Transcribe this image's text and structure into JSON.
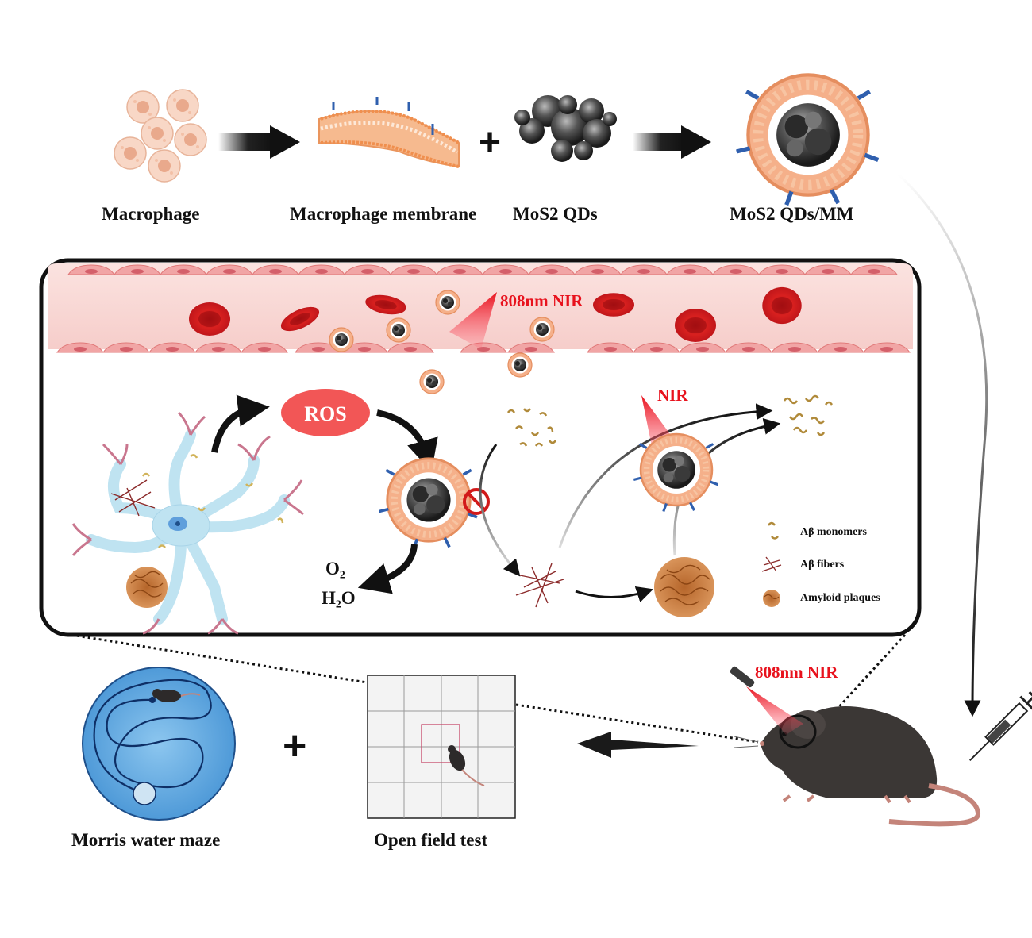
{
  "top_row": {
    "macrophage_label": "Macrophage",
    "membrane_label": "Macrophage membrane",
    "qds_label": "MoS2 QDs",
    "qds_mm_label": "MoS2 QDs/MM",
    "plus": "+"
  },
  "vessel": {
    "nir_label": "808nm NIR"
  },
  "mechanism": {
    "ros_label": "ROS",
    "o2_label": "O₂",
    "h2o_label": "H₂O",
    "nir_label": "NIR"
  },
  "legend": {
    "items": [
      {
        "label": "Aβ monomers"
      },
      {
        "label": "Aβ fibers"
      },
      {
        "label": "Amyloid plaques"
      }
    ]
  },
  "bottom_row": {
    "maze_label": "Morris water maze",
    "open_field_label": "Open field test",
    "plus": "+",
    "mouse_nir_label": "808nm NIR"
  },
  "colors": {
    "membrane_orange": "#f4a77a",
    "vessel_pink": "#f9d9d6",
    "rbc_red": "#d21a1a",
    "nir_red": "#e8121d",
    "neuron_blue": "#bfe3f1",
    "maze_blue": "#5fa8e0"
  }
}
